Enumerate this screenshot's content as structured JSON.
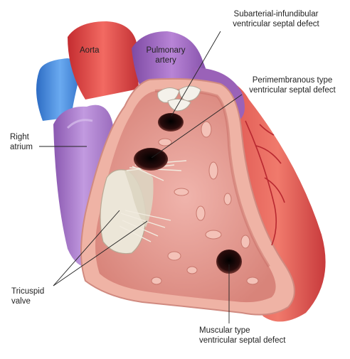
{
  "diagram": {
    "labels": {
      "aorta": "Aorta",
      "pulmonary_artery": [
        "Pulmonary",
        "artery"
      ],
      "subarterial_vsd": [
        "Subarterial-infundibular",
        "ventricular septal defect"
      ],
      "perimembranous_vsd": [
        "Perimembranous type",
        "ventricular septal defect"
      ],
      "right_atrium": [
        "Right",
        "atrium"
      ],
      "tricuspid_valve": [
        "Tricuspid",
        "valve"
      ],
      "muscular_vsd": [
        "Muscular type",
        "ventricular septal defect"
      ]
    }
  },
  "colors": {
    "aorta": "#e04848",
    "pulmonary_artery": "#9a62b8",
    "vena_cava": "#3f86d8",
    "right_atrium": "#a978c8",
    "ventricle_wall": "#e07a70",
    "cavity": "#e8a098",
    "defect": "#1a0808",
    "valve": "#e8e4d8"
  }
}
